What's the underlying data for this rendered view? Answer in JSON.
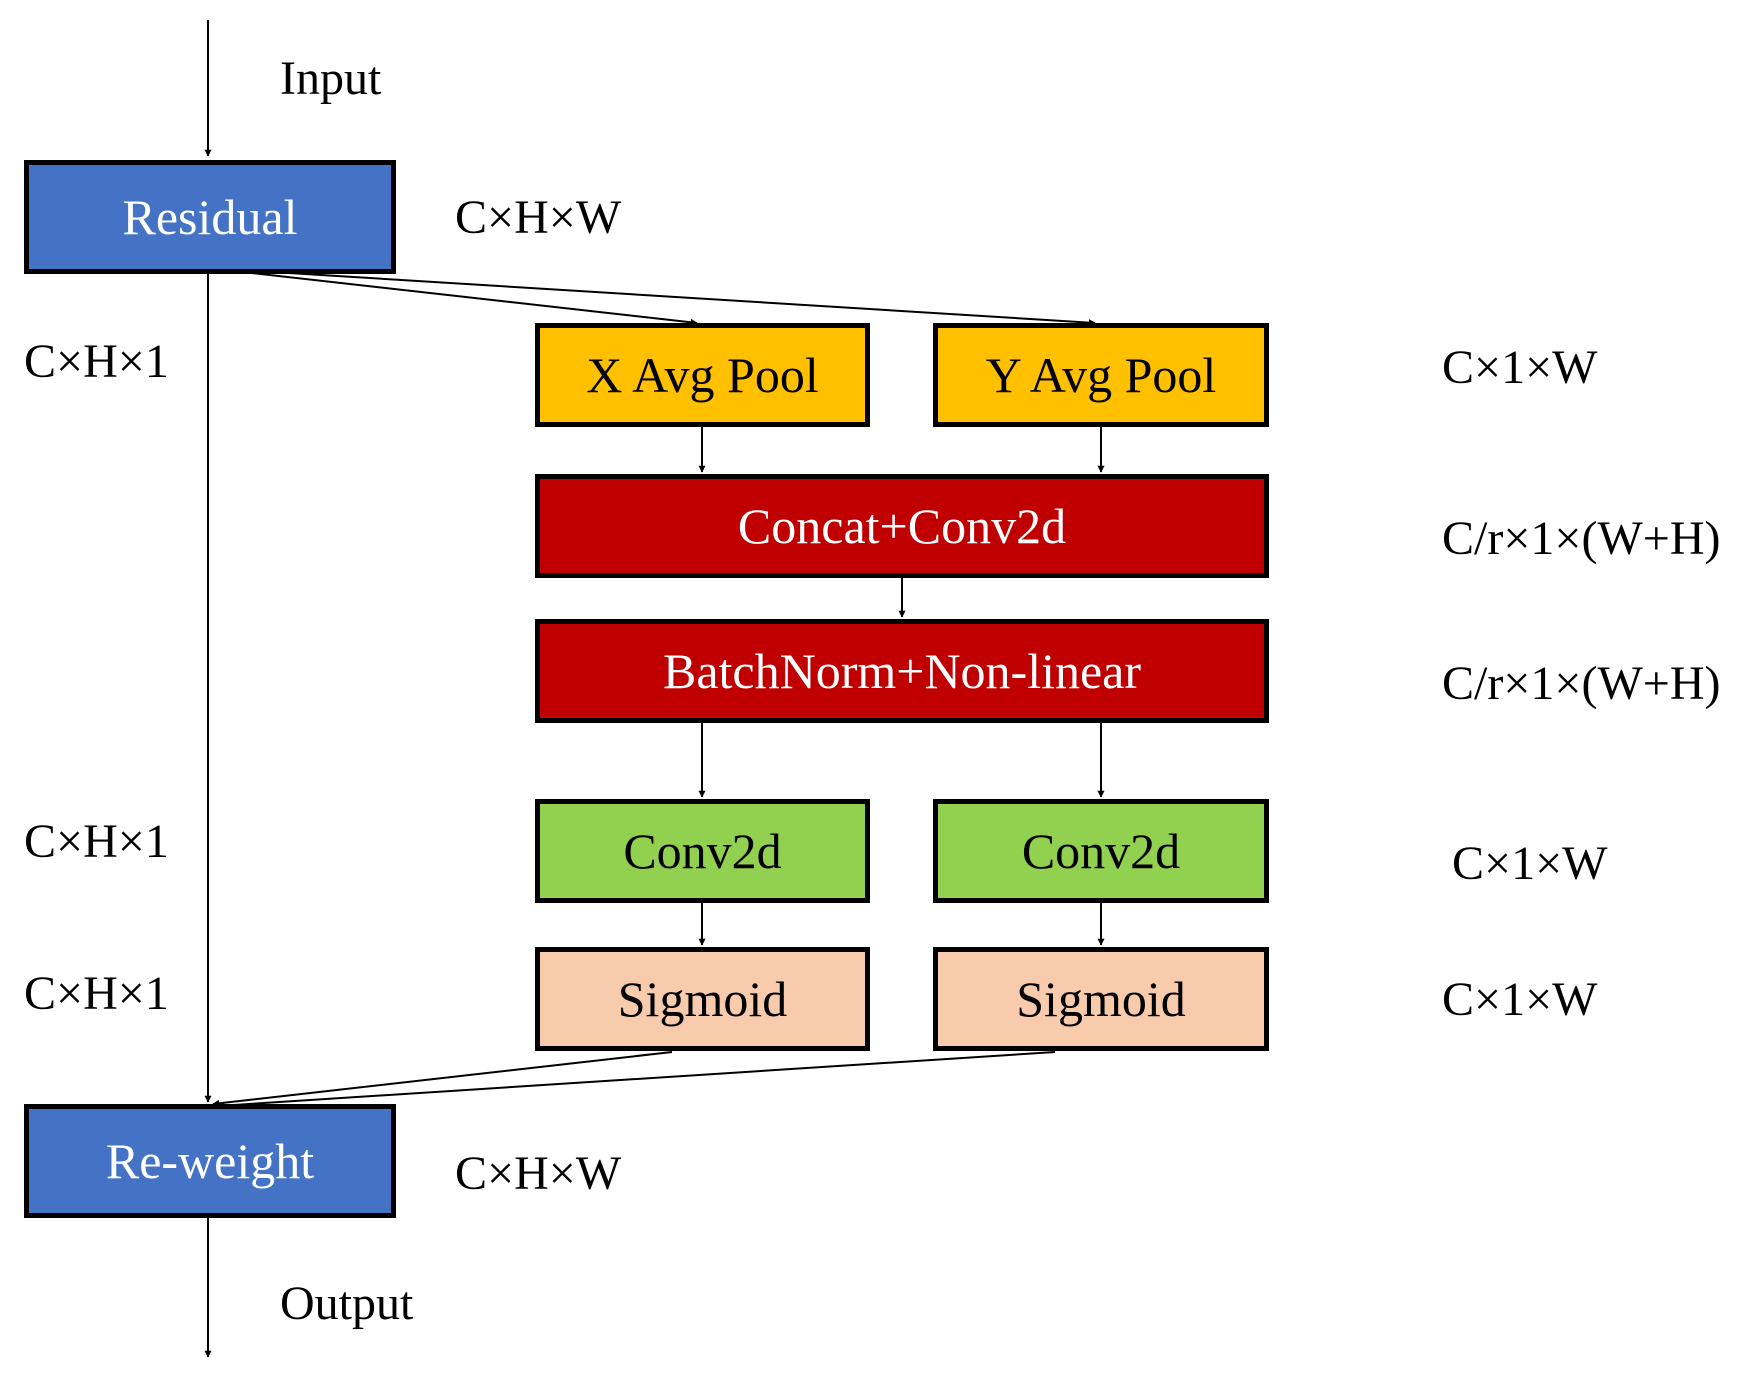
{
  "colors": {
    "blue": "#4472C4",
    "yellow": "#FFC000",
    "red": "#C00000",
    "green": "#92D050",
    "peach": "#F8CBAD",
    "line": "#000000"
  },
  "nodes": {
    "residual": "Residual",
    "x_pool": "X Avg Pool",
    "y_pool": "Y Avg Pool",
    "concat": "Concat+Conv2d",
    "batchnorm": "BatchNorm+Non-linear",
    "conv_left": "Conv2d",
    "conv_right": "Conv2d",
    "sigmoid_left": "Sigmoid",
    "sigmoid_right": "Sigmoid",
    "reweight": "Re-weight"
  },
  "labels": {
    "input": "Input",
    "output": "Output",
    "residual_dim": "C×H×W",
    "left_dim_top": "C×H×1",
    "right_dim_pool": "C×1×W",
    "right_dim_concat": "C/r×1×(W+H)",
    "right_dim_bn": "C/r×1×(W+H)",
    "left_dim_conv": "C×H×1",
    "right_dim_conv": "C×1×W",
    "left_dim_sigmoid": "C×H×1",
    "right_dim_sigmoid": "C×1×W",
    "reweight_dim": "C×H×W"
  }
}
